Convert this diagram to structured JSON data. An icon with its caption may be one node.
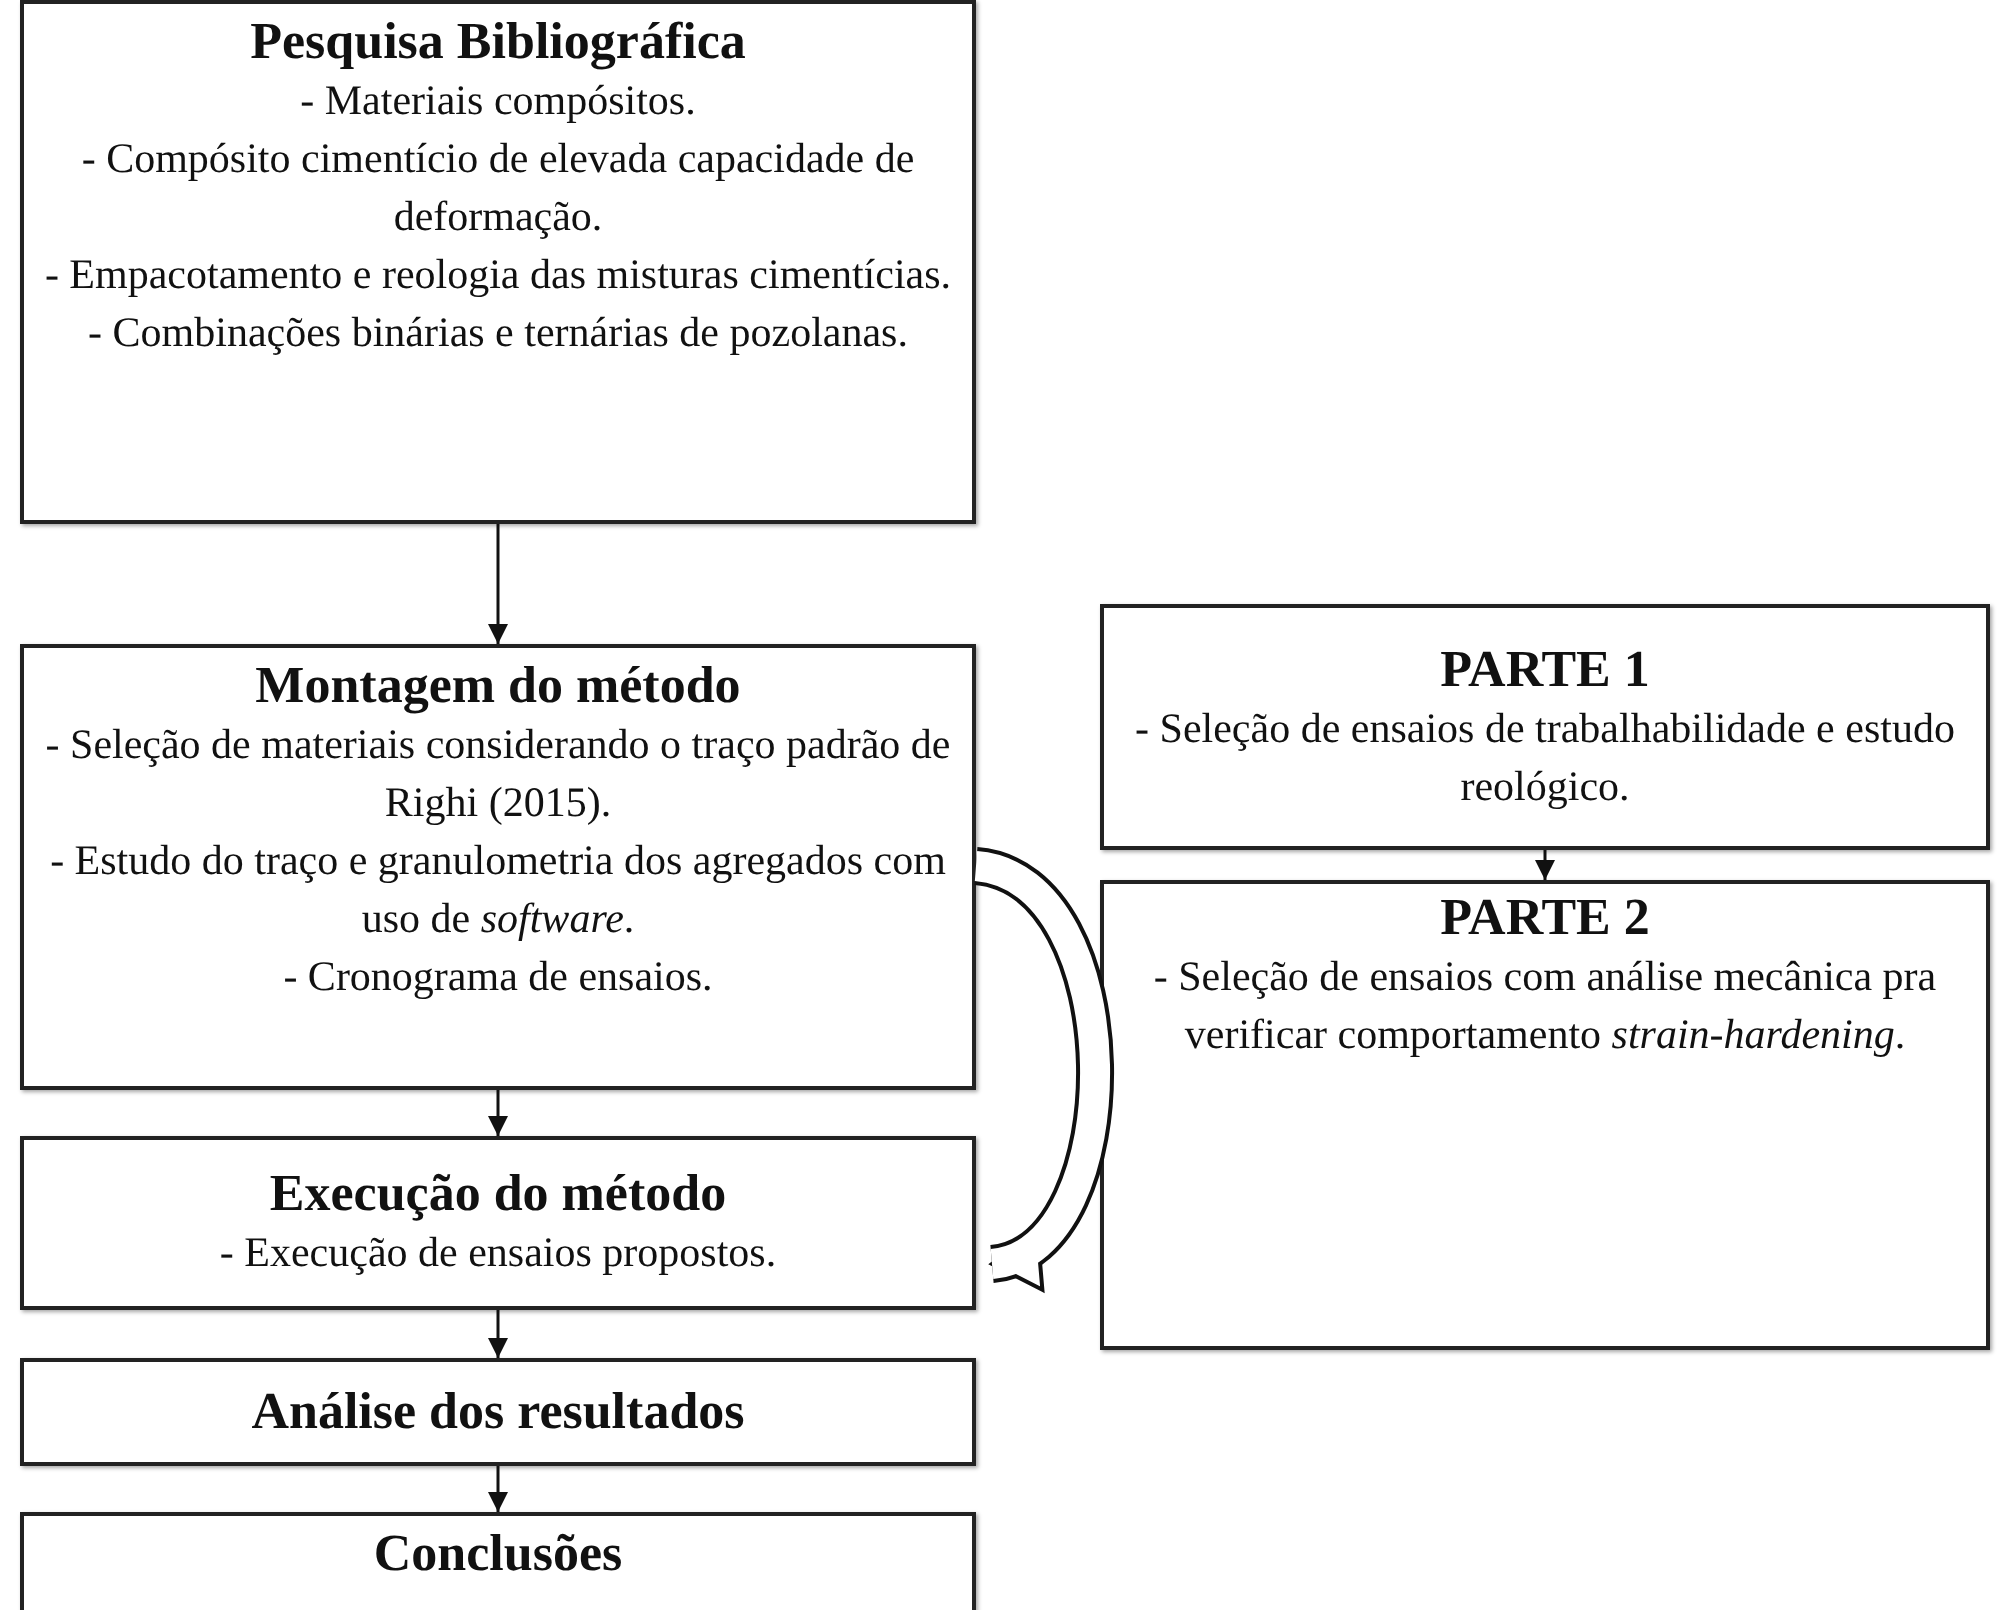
{
  "diagram": {
    "nodes": [
      {
        "text": [
          "Pesquisa Bibliográfica",
          "- Materiais compósitos.",
          "- Compósito cimentício de elevada capacidade de deformação.",
          "- Empacotamento e reologia das misturas cimentícias.",
          "- Combinações binárias e ternárias de pozolanas."
        ]
      },
      {
        "text": [
          "Montagem do método",
          "- Seleção de materiais considerando o traço padrão de Righi (2015).",
          "- Estudo do traço e granulometria dos agregados com uso de *software*.",
          "- Cronograma de ensaios."
        ]
      },
      {
        "text": [
          "Execução do método",
          "- Execução de ensaios propostos."
        ]
      },
      {
        "text": [
          "Análise dos resultados"
        ]
      },
      {
        "text": [
          "Conclusões"
        ]
      },
      {
        "text": [
          "PARTE 1",
          "- Seleção de ensaios de trabalhabilidade e estudo reológico."
        ]
      },
      {
        "text": [
          "PARTE 2",
          "- Seleção de ensaios com análise mecânica pra verificar comportamento *strain-hardening*."
        ]
      }
    ],
    "edges": [
      {
        "from": 0,
        "to": 1,
        "arrow": "to"
      },
      {
        "from": 1,
        "to": 2,
        "arrow": "to"
      },
      {
        "from": 2,
        "to": 3,
        "arrow": "to"
      },
      {
        "from": 3,
        "to": 4,
        "arrow": "to"
      },
      {
        "from": 5,
        "to": 6,
        "arrow": "to"
      },
      {
        "from": 1,
        "to": 2,
        "arrow": "to",
        "style": "thick"
      }
    ]
  }
}
